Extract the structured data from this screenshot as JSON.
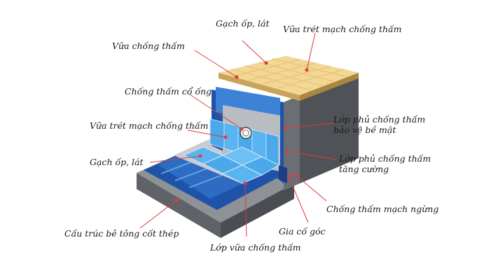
{
  "labels": {
    "tile_top": "Gạch ốp, lát",
    "grout_top": "Vữa trét mạch chống thấm",
    "mortar_wp": "Vữa chống thấm",
    "pipe_collar": "Chống thấm cổ ống",
    "grout_left": "Vữa trét mạch chống thấm",
    "tile_left": "Gạch ốp, lát",
    "rc_structure": "Cấu trúc bê tông cốt thép",
    "coat_protect_1": "Lớp phủ chống thấm",
    "coat_protect_2": "bảo vệ bề mặt",
    "coat_reinforce_1": "Lớp phủ chống thấm",
    "coat_reinforce_2": "tăng cường",
    "joint_wp": "Chống thấm mạch ngừng",
    "corner_fillet": "Gia cố góc",
    "wp_mortar_layer": "Lớp vữa chống thấm"
  },
  "colors": {
    "concrete_top": "#8c8f94",
    "concrete_front": "#5e6166",
    "concrete_side": "#494c50",
    "blue_dark": "#1d4fa3",
    "blue_light": "#4aa8e8",
    "tile_cream": "#f2d99a",
    "leader_red": "#e03a3a"
  }
}
